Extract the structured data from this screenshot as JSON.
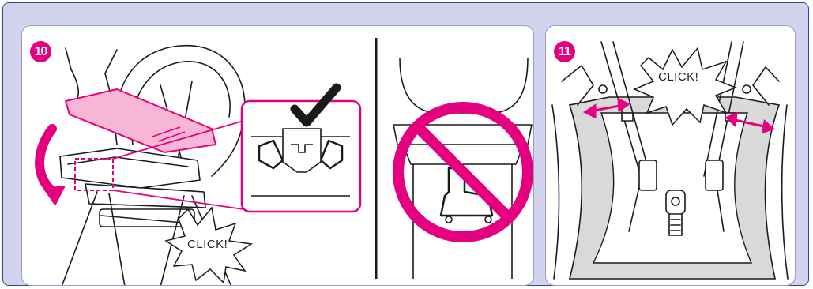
{
  "colors": {
    "frame_bg": "#d4d3ee",
    "frame_border": "#3a3f9a",
    "accent": "#e4007f",
    "line": "#1a1a1a",
    "pad_gray": "#d9d9d9"
  },
  "steps": [
    {
      "number": "10",
      "sound_label": "CLICK!",
      "correct_icon": "checkmark-icon",
      "incorrect_icon": "prohibited-icon"
    },
    {
      "number": "11",
      "sound_label": "CLICK!",
      "adjust_icon": "double-arrow-icon"
    }
  ]
}
